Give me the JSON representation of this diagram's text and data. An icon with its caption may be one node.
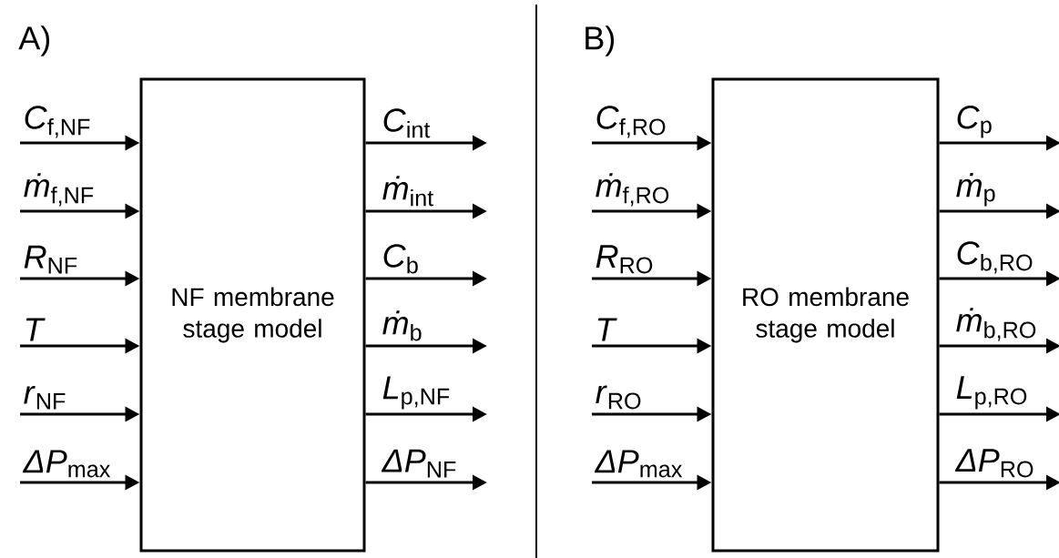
{
  "diagram": {
    "nodes": [
      {
        "text": [
          "NF membrane stage model"
        ]
      },
      {
        "text": [
          "RO membrane stage model"
        ]
      }
    ],
    "edges": [
      {
        "from": null,
        "to": 0,
        "arrow": "to",
        "label": "*C*$_{f,NF}$"
      },
      {
        "from": null,
        "to": 0,
        "arrow": "to",
        "label": "*ṁ*$_{f,NF}$"
      },
      {
        "from": null,
        "to": 0,
        "arrow": "to",
        "label": "*R*$_{NF}$"
      },
      {
        "from": null,
        "to": 0,
        "arrow": "to",
        "label": "*T*"
      },
      {
        "from": null,
        "to": 0,
        "arrow": "to",
        "label": "*r*$_{NF}$"
      },
      {
        "from": null,
        "to": 0,
        "arrow": "to",
        "label": "*ΔP*$_{max}$"
      },
      {
        "from": 0,
        "to": null,
        "arrow": "to",
        "label": "*C*$_{int}$"
      },
      {
        "from": 0,
        "to": null,
        "arrow": "to",
        "label": "*ṁ*$_{int}$"
      },
      {
        "from": 0,
        "to": null,
        "arrow": "to",
        "label": "*C*$_{b}$"
      },
      {
        "from": 0,
        "to": null,
        "arrow": "to",
        "label": "*ṁ*$_{b}$"
      },
      {
        "from": 0,
        "to": null,
        "arrow": "to",
        "label": "*L*$_{p,NF}$"
      },
      {
        "from": 0,
        "to": null,
        "arrow": "to",
        "label": "*ΔP*$_{NF}$"
      },
      {
        "from": null,
        "to": 1,
        "arrow": "to",
        "label": "*C*$_{f,RO}$"
      },
      {
        "from": null,
        "to": 1,
        "arrow": "to",
        "label": "*ṁ*$_{f,RO}$"
      },
      {
        "from": null,
        "to": 1,
        "arrow": "to",
        "label": "*R*$_{RO}$"
      },
      {
        "from": null,
        "to": 1,
        "arrow": "to",
        "label": "*T*"
      },
      {
        "from": null,
        "to": 1,
        "arrow": "to",
        "label": "*r*$_{RO}$"
      },
      {
        "from": null,
        "to": 1,
        "arrow": "to",
        "label": "*ΔP*$_{max}$"
      },
      {
        "from": 1,
        "to": null,
        "arrow": "to",
        "label": "*C*$_{p}$"
      },
      {
        "from": 1,
        "to": null,
        "arrow": "to",
        "label": "*ṁ*$_{p}$"
      },
      {
        "from": 1,
        "to": null,
        "arrow": "to",
        "label": "*C*$_{b,RO}$"
      },
      {
        "from": 1,
        "to": null,
        "arrow": "to",
        "label": "*ṁ*$_{b,RO}$"
      },
      {
        "from": 1,
        "to": null,
        "arrow": "to",
        "label": "*L*$_{p,RO}$"
      },
      {
        "from": 1,
        "to": null,
        "arrow": "to",
        "label": "*ΔP*$_{RO}$"
      }
    ],
    "labels": [
      "A)",
      "B)"
    ]
  }
}
